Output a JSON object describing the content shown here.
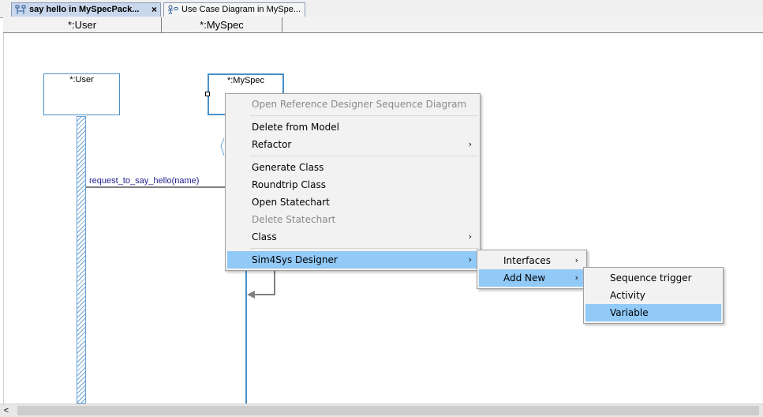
{
  "tabs": [
    {
      "label": "say hello in MySpecPack...",
      "active": true,
      "close": "×",
      "icon": "sequence-diagram-icon"
    },
    {
      "label": "Use Case Diagram in MySpe...",
      "active": false,
      "icon": "use-case-diagram-icon"
    }
  ],
  "lifeline_headers": [
    "*:User",
    "*:MySpec"
  ],
  "diagram": {
    "lifelines": [
      "*:User",
      "*:MySpec"
    ],
    "message": "request_to_say_hello(name)"
  },
  "context_menu": {
    "items": [
      {
        "label": "Open Reference Designer Sequence Diagram",
        "disabled": true
      },
      {
        "label": "Delete from Model"
      },
      {
        "label": "Refactor",
        "submenu": true
      },
      {
        "label": "Generate Class"
      },
      {
        "label": "Roundtrip Class"
      },
      {
        "label": "Open Statechart"
      },
      {
        "label": "Delete Statechart",
        "disabled": true
      },
      {
        "label": "Class",
        "submenu": true
      },
      {
        "label": "Sim4Sys Designer",
        "submenu": true,
        "highlighted": true
      }
    ],
    "submenu_arrow": "›"
  },
  "sim4sys_submenu": {
    "items": [
      {
        "label": "Interfaces",
        "submenu": true
      },
      {
        "label": "Add New",
        "submenu": true,
        "highlighted": true
      }
    ]
  },
  "add_new_submenu": {
    "items": [
      {
        "label": "Sequence trigger"
      },
      {
        "label": "Activity"
      },
      {
        "label": "Variable",
        "highlighted": true
      }
    ]
  },
  "scrollbar": {
    "left_arrow": "<"
  },
  "colors": {
    "highlight": "#91c9f7",
    "lifeline": "#4a90c8",
    "message_text": "#1f1f8f"
  }
}
